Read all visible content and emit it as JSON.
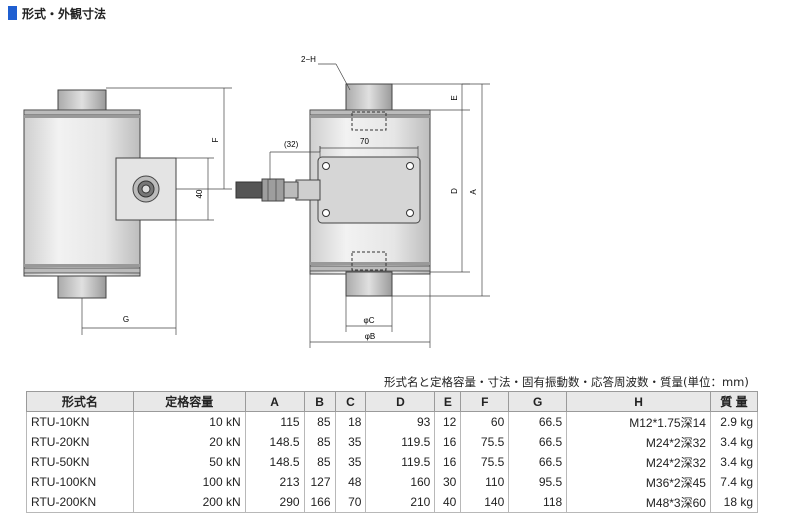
{
  "heading": {
    "title": "形式・外観寸法"
  },
  "drawing": {
    "dims": {
      "h2": "2−H",
      "e": "E",
      "f": "F",
      "a": "A",
      "d": "D",
      "forty": "40",
      "thirtytwo": "(32)",
      "seventy": "70",
      "g": "G",
      "phi_c": "φC",
      "phi_b": "φB"
    }
  },
  "table": {
    "caption": "形式名と定格容量・寸法・固有振動数・応答周波数・質量(単位：mm)",
    "headers": [
      "形式名",
      "定格容量",
      "A",
      "B",
      "C",
      "D",
      "E",
      "F",
      "G",
      "H",
      "質 量"
    ],
    "rows": [
      [
        "RTU-10KN",
        "10 kN",
        "115",
        "85",
        "18",
        "93",
        "12",
        "60",
        "66.5",
        "M12*1.75深14",
        "2.9 kg"
      ],
      [
        "RTU-20KN",
        "20 kN",
        "148.5",
        "85",
        "35",
        "119.5",
        "16",
        "75.5",
        "66.5",
        "M24*2深32",
        "3.4 kg"
      ],
      [
        "RTU-50KN",
        "50 kN",
        "148.5",
        "85",
        "35",
        "119.5",
        "16",
        "75.5",
        "66.5",
        "M24*2深32",
        "3.4 kg"
      ],
      [
        "RTU-100KN",
        "100 kN",
        "213",
        "127",
        "48",
        "160",
        "30",
        "110",
        "95.5",
        "M36*2深45",
        "7.4 kg"
      ],
      [
        "RTU-200KN",
        "200 kN",
        "290",
        "166",
        "70",
        "210",
        "40",
        "140",
        "118",
        "M48*3深60",
        "18 kg"
      ]
    ]
  }
}
